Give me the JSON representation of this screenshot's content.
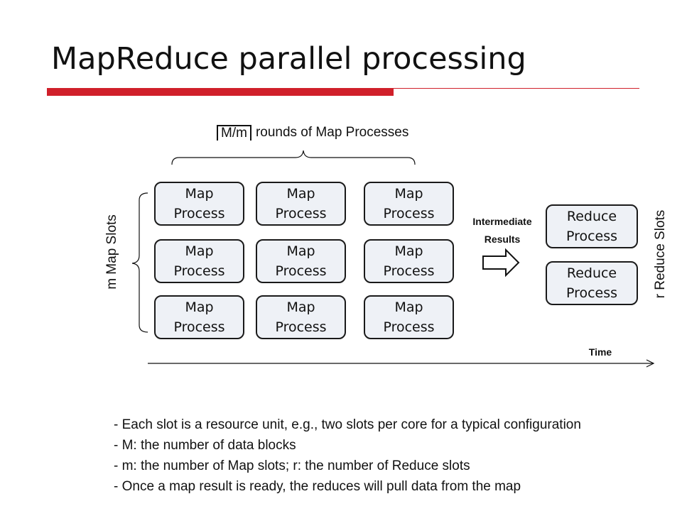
{
  "slide": {
    "title": "MapReduce parallel processing"
  },
  "diagram": {
    "rounds_ceil_text": "M/m",
    "rounds_text": "rounds of Map Processes",
    "map_slots_label": "m Map Slots",
    "reduce_slots_label": "r Reduce Slots",
    "intermediate_label": "Intermediate\nResults",
    "time_label": "Time",
    "map_processes": [
      "Map\nProcess",
      "Map\nProcess",
      "Map\nProcess",
      "Map\nProcess",
      "Map\nProcess",
      "Map\nProcess",
      "Map\nProcess",
      "Map\nProcess",
      "Map\nProcess"
    ],
    "reduce_processes": [
      "Reduce\nProcess",
      "Reduce\nProcess"
    ]
  },
  "notes": [
    "- Each slot is a resource unit, e.g.,  two slots per core for a typical configuration",
    "- M: the number of data blocks",
    "- m: the number of Map slots; r: the number of Reduce slots",
    "- Once a map result is ready, the reduces will pull data from the map"
  ]
}
